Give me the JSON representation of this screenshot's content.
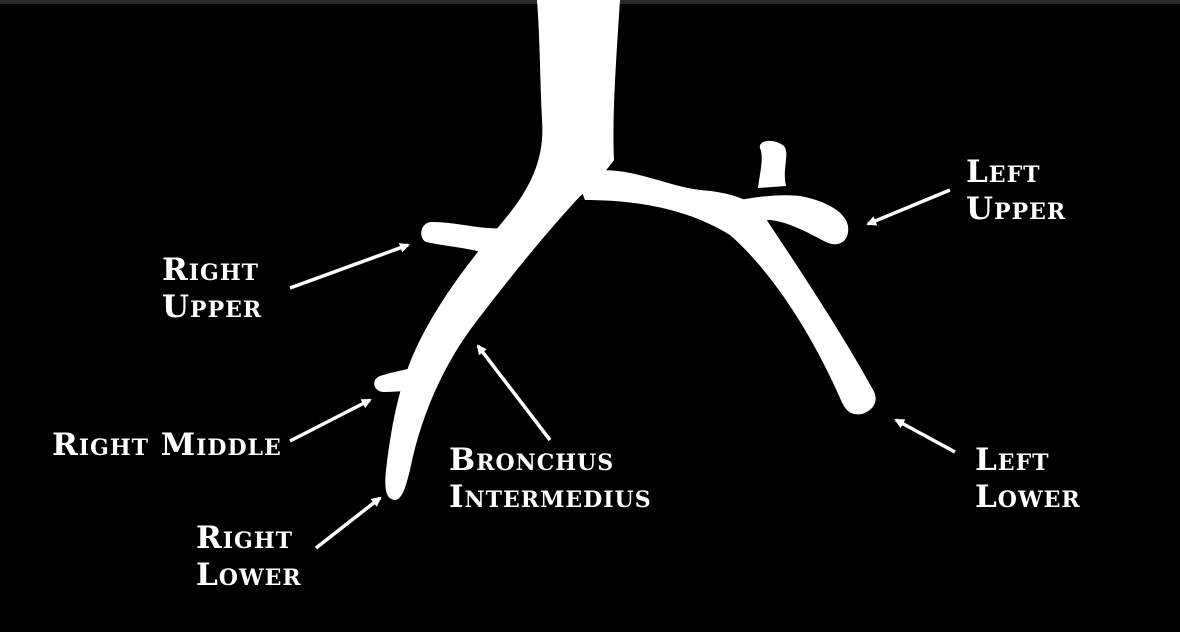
{
  "colors": {
    "background": "#000000",
    "airway": "#ffffff",
    "text": "#ffffff",
    "arrow": "#ffffff"
  },
  "labels": {
    "left_upper": [
      "Left",
      "Upper"
    ],
    "right_upper": [
      "Right",
      "Upper"
    ],
    "right_middle": [
      "Right Middle"
    ],
    "bronchus_intermedius": [
      "Bronchus",
      "Intermedius"
    ],
    "left_lower": [
      "Left",
      "Lower"
    ],
    "right_lower": [
      "Right",
      "Lower"
    ]
  }
}
